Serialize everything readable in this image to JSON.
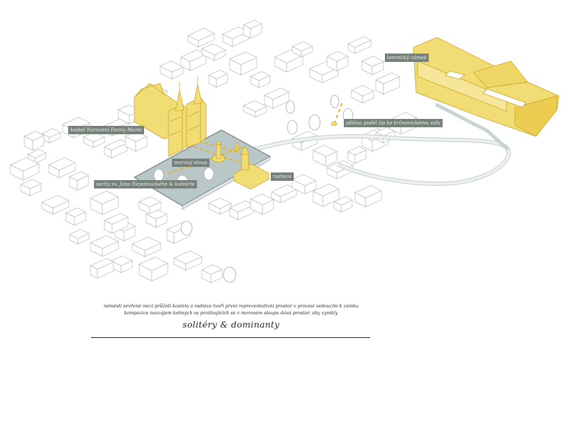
{
  "labels": {
    "church": "kostel Narození Panny Marie",
    "plague_column": "morový sloup",
    "statues": "sochy sv. Jana Nepomuckého & kalvárie",
    "town_hall": "radnice",
    "linden_path": "pěšina podél lip ke krčnovickému valu",
    "castle": "lomnický zámek"
  },
  "caption": {
    "line1": "náměstí sevřené mezi průčelí kostela a radnice tvoří první reprezentativní prostor v procesí vedoucím k zámku",
    "line2": "kompozice navzájem kolmých os protínajících se v morovém sloupu dává prostor, aby vynikly",
    "title": "solitéry   &   dominanty"
  },
  "colors": {
    "highlight": "#f2dd74",
    "highlight_stroke": "#c9a728",
    "label_bg": "#74807a",
    "square_fill": "#b9c7c9",
    "path_fill": "#dfe6e4",
    "building_line": "#b9b9b9"
  }
}
